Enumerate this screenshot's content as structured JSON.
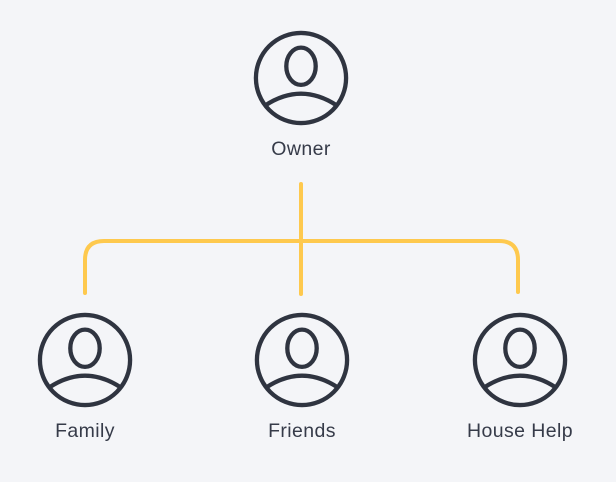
{
  "colors": {
    "background": "#F4F5F8",
    "node_stroke": "#2F3440",
    "label_text": "#363B49",
    "connector": "#FEC94E"
  },
  "diagram": {
    "type": "tree",
    "root": {
      "id": "owner",
      "label": "Owner",
      "icon": "user-avatar-icon"
    },
    "children": [
      {
        "id": "family",
        "label": "Family",
        "icon": "user-avatar-icon"
      },
      {
        "id": "friends",
        "label": "Friends",
        "icon": "user-avatar-icon"
      },
      {
        "id": "house-help",
        "label": "House Help",
        "icon": "user-avatar-icon"
      }
    ],
    "edges": [
      {
        "from": "owner",
        "to": "family"
      },
      {
        "from": "owner",
        "to": "friends"
      },
      {
        "from": "owner",
        "to": "house-help"
      }
    ]
  }
}
